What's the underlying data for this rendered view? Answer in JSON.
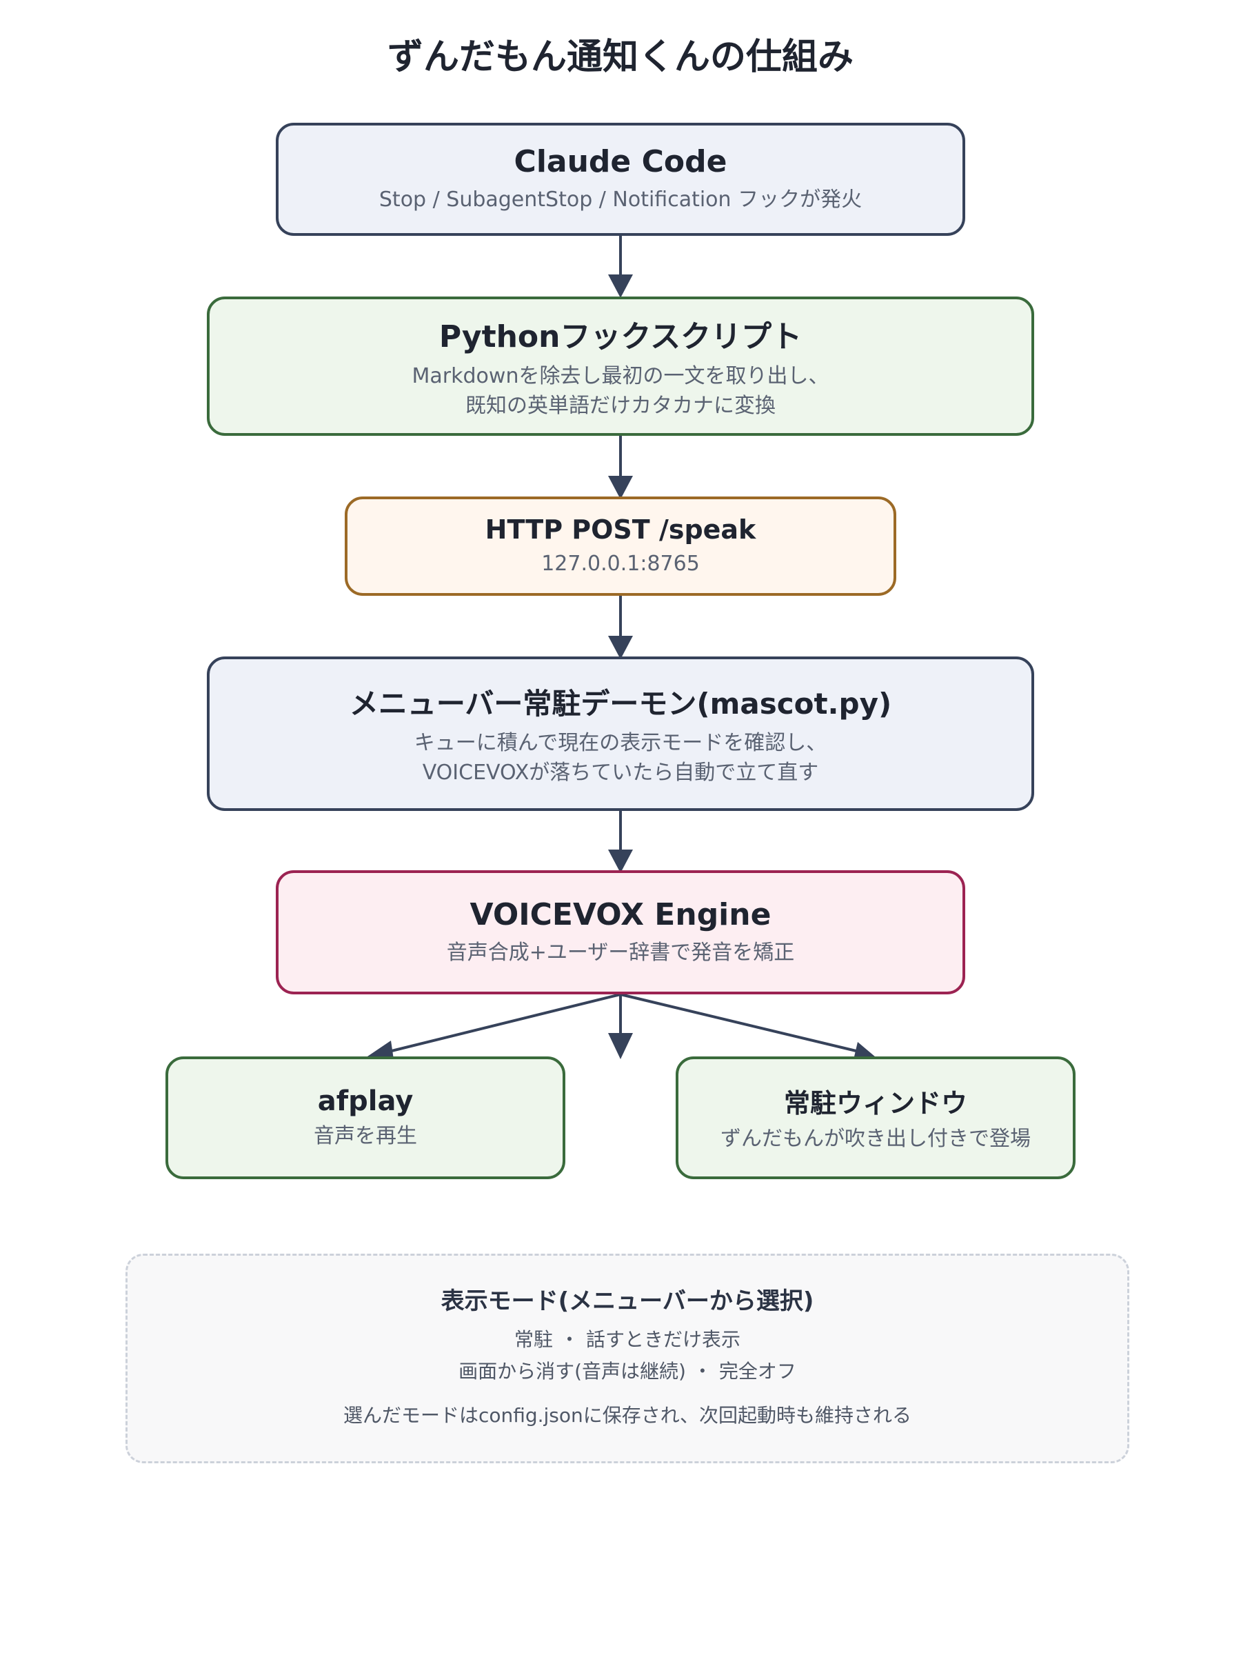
{
  "title": "ずんだもん通知くんの仕組み",
  "nodes": {
    "claude": {
      "title": "Claude Code",
      "desc": "Stop / SubagentStop / Notification フックが発火"
    },
    "python": {
      "title": "Pythonフックスクリプト",
      "desc1": "Markdownを除去し最初の一文を取り出し、",
      "desc2": "既知の英単語だけカタカナに変換"
    },
    "http": {
      "title": "HTTP POST /speak",
      "desc": "127.0.0.1:8765"
    },
    "daemon": {
      "title": "メニューバー常駐デーモン(mascot.py)",
      "desc1": "キューに積んで現在の表示モードを確認し、",
      "desc2": "VOICEVOXが落ちていたら自動で立て直す"
    },
    "voicevox": {
      "title": "VOICEVOX Engine",
      "desc": "音声合成+ユーザー辞書で発音を矯正"
    },
    "afplay": {
      "title": "afplay",
      "desc": "音声を再生"
    },
    "window": {
      "title": "常駐ウィンドウ",
      "desc": "ずんだもんが吹き出し付きで登場"
    }
  },
  "modes": {
    "heading": "表示モード(メニューバーから選択)",
    "line1": [
      "常駐",
      "話すときだけ表示"
    ],
    "line2": [
      "画面から消す(音声は継続)",
      "完全オフ"
    ],
    "separator": "・",
    "note": "選んだモードはconfig.jsonに保存され、次回起動時も維持される"
  },
  "colors": {
    "blue_fill": "#eef1f8",
    "blue_border": "#36425a",
    "green_fill": "#eef6ec",
    "green_border": "#3a6b3c",
    "orange_fill": "#fff6ee",
    "orange_border": "#9c6a26",
    "pink_fill": "#fdeef2",
    "pink_border": "#9c2352",
    "arrow": "#36425a"
  }
}
